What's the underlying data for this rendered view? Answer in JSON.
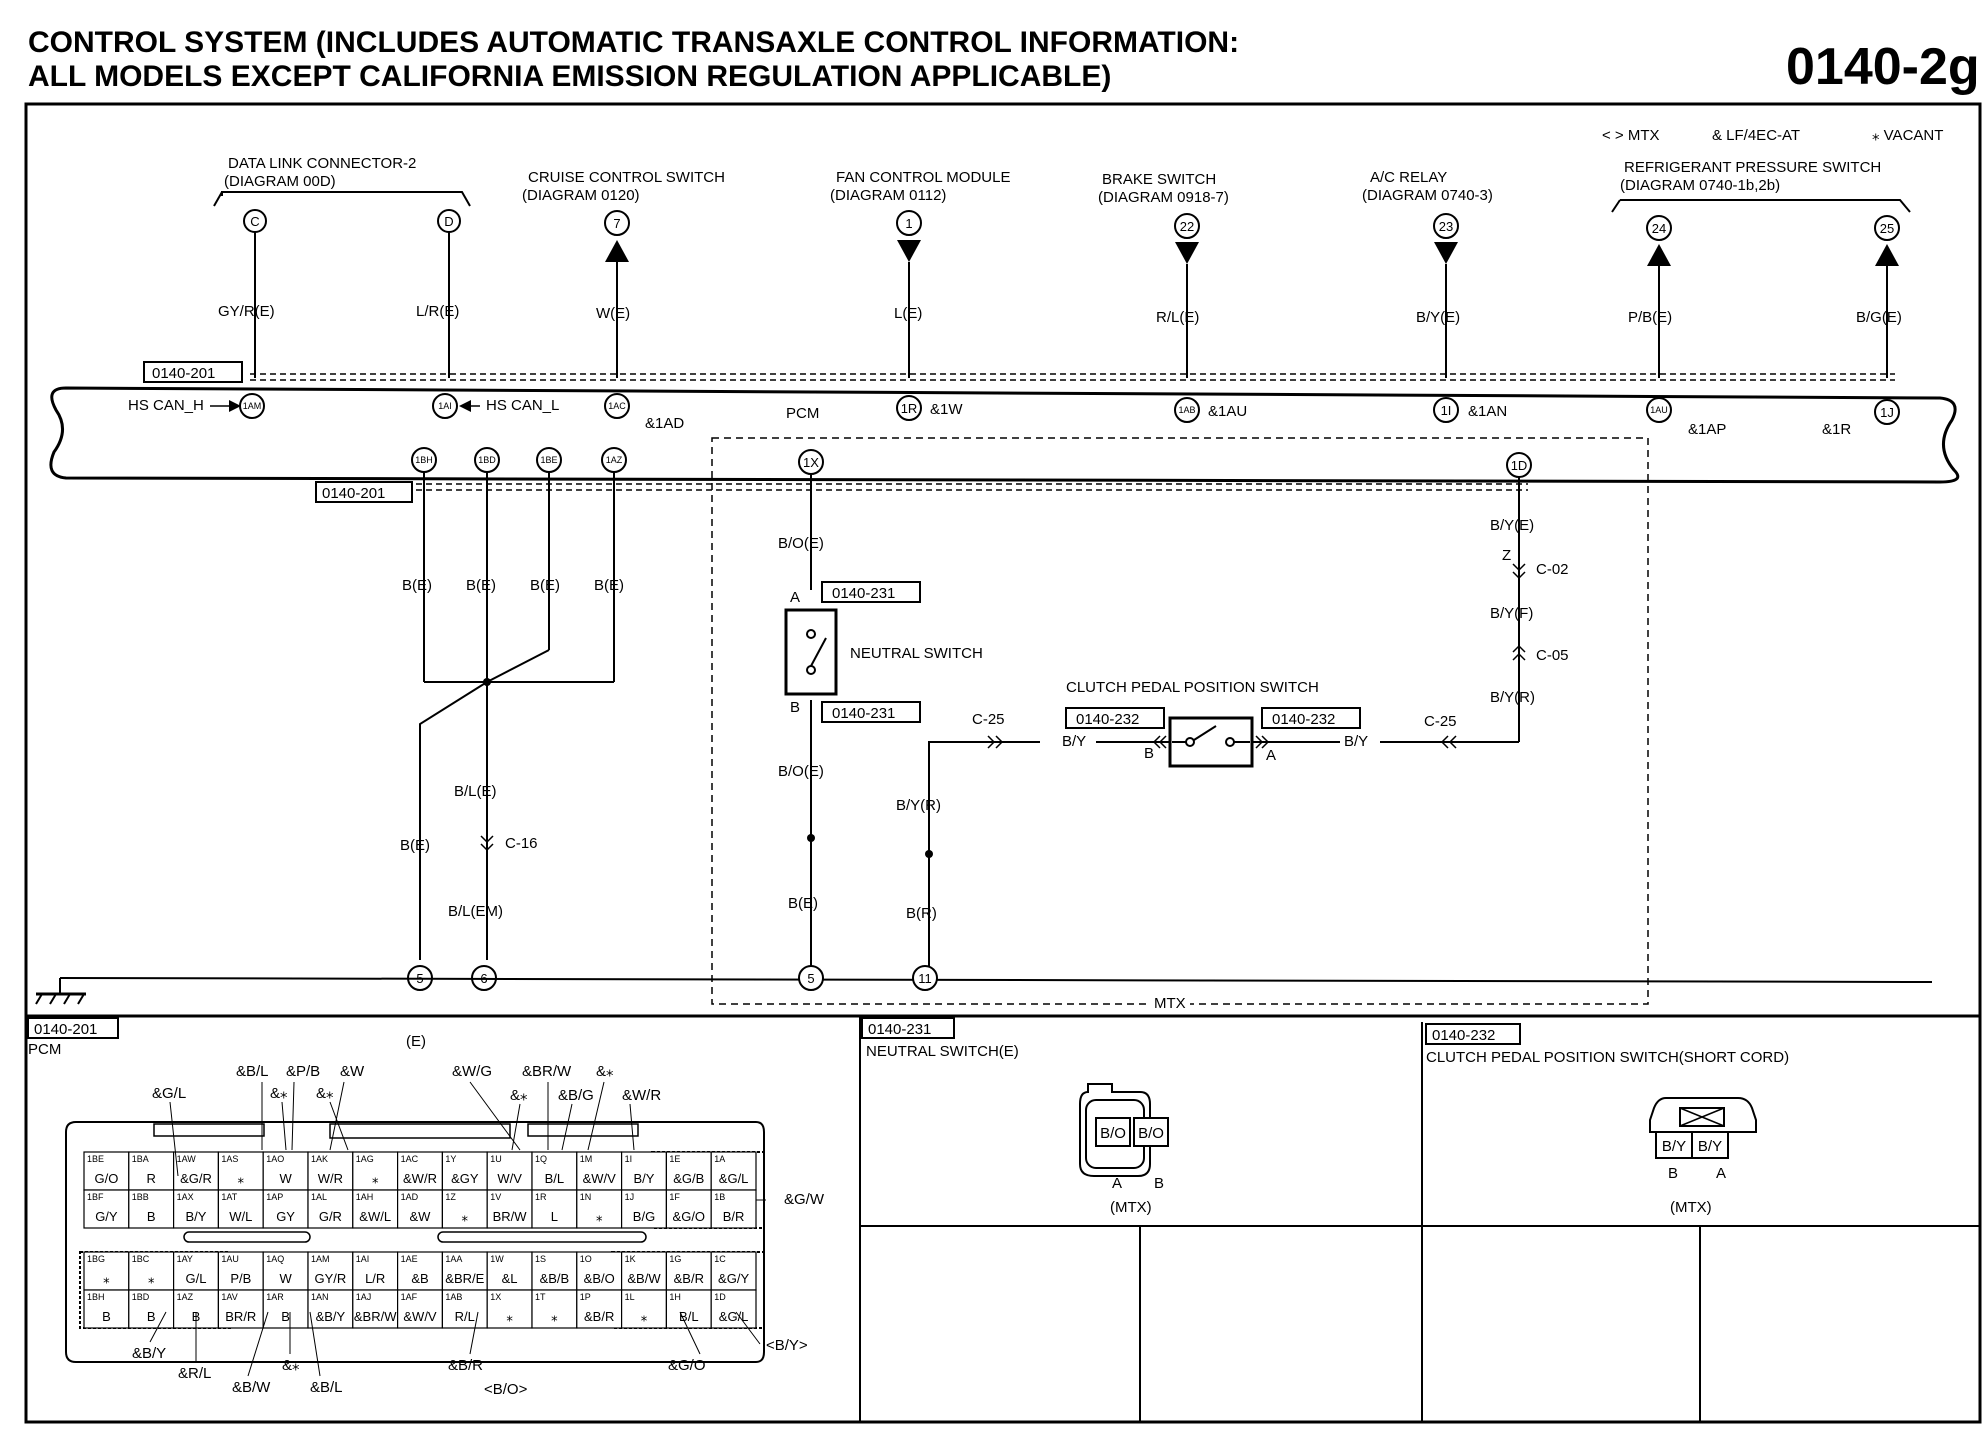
{
  "title": {
    "line1": "CONTROL SYSTEM (INCLUDES AUTOMATIC TRANSAXLE CONTROL INFORMATION:",
    "line2": "ALL MODELS EXCEPT CALIFORNIA EMISSION REGULATION APPLICABLE)",
    "code": "0140-2g"
  },
  "legend": {
    "mtx": "< > MTX",
    "lf": "& LF/4EC-AT",
    "vacant": "⁎ VACANT"
  },
  "components": [
    {
      "id": "dlc",
      "name": "DATA LINK CONNECTOR-2",
      "ref": "(DIAGRAM 00D)"
    },
    {
      "id": "cruise",
      "name": "CRUISE CONTROL SWITCH",
      "ref": "(DIAGRAM 0120)"
    },
    {
      "id": "fan",
      "name": "FAN CONTROL MODULE",
      "ref": "(DIAGRAM 0112)"
    },
    {
      "id": "brake",
      "name": "BRAKE SWITCH",
      "ref": "(DIAGRAM 0918-7)"
    },
    {
      "id": "ac",
      "name": "A/C RELAY",
      "ref": "(DIAGRAM 0740-3)"
    },
    {
      "id": "refrig",
      "name": "REFRIGERANT PRESSURE SWITCH",
      "ref": "(DIAGRAM 0740-1b,2b)"
    }
  ],
  "top_wires": [
    {
      "term": "C",
      "wire": "GY/R(E)",
      "pin": "1AM"
    },
    {
      "term": "D",
      "wire": "L/R(E)",
      "pin": "1AI"
    },
    {
      "term": "7",
      "wire": "W(E)",
      "pin": "1AC",
      "pin_note": "&1AD"
    },
    {
      "term": "1",
      "wire": "L(E)",
      "pin": "1R",
      "pin_note": "&1W"
    },
    {
      "term": "22",
      "wire": "R/L(E)",
      "pin": "1AB",
      "pin_note": "&1AU"
    },
    {
      "term": "23",
      "wire": "B/Y(E)",
      "pin": "1I",
      "pin_note": "&1AN"
    },
    {
      "term": "24",
      "wire": "P/B(E)",
      "pin": "1AU",
      "pin_note": "&1AP"
    },
    {
      "term": "25",
      "wire": "B/G(E)",
      "pin": "1J",
      "pin_note": "&1R"
    }
  ],
  "pcm": {
    "label": "PCM",
    "ref": "0140-201",
    "hs_can_h": "HS CAN_H",
    "hs_can_l": "HS CAN_L",
    "bottom_pins": [
      "1BH",
      "1BD",
      "1BE",
      "1AZ",
      "1X",
      "1D"
    ]
  },
  "ground_wires": [
    {
      "wire": "B(E)"
    },
    {
      "wire": "B(E)"
    },
    {
      "wire": "B(E)"
    },
    {
      "wire": "B(E)"
    }
  ],
  "left_labels": {
    "be_lower": "B(E)",
    "bl_e": "B/L(E)",
    "c16": "C-16",
    "bl_em": "B/L(EM)",
    "g5": "5",
    "g6": "6"
  },
  "mtx_circuit": {
    "bo_upper": "B/O(E)",
    "ref231_a": "0140-231",
    "a_mark": "A",
    "neutral": "NEUTRAL SWITCH",
    "b_mark": "B",
    "ref231_b": "0140-231",
    "bo_lower": "B/O(E)",
    "be": "B(E)",
    "g5": "5",
    "c25_left": "C-25",
    "by_left": "B/Y",
    "byr": "B/Y(R)",
    "br": "B(R)",
    "g11": "11",
    "clutch": "CLUTCH PEDAL POSITION SWITCH",
    "ref232_l": "0140-232",
    "ref232_r": "0140-232",
    "cb": "B",
    "ca": "A",
    "by_right": "B/Y",
    "c25_right": "C-25",
    "bye": "B/Y(E)",
    "z": "Z",
    "c02": "C-02",
    "byf": "B/Y(F)",
    "c05": "C-05",
    "byr2": "B/Y(R)",
    "mtx": "MTX"
  },
  "bottom": {
    "pcm_ref": "0140-201",
    "pcm_label": "PCM",
    "pcm_e": "(E)",
    "ns_ref": "0140-231",
    "ns_title": "NEUTRAL SWITCH(E)",
    "ns_cells": [
      "B/O",
      "B/O"
    ],
    "ns_ab": [
      "A",
      "B"
    ],
    "ns_mtx": "(MTX)",
    "cp_ref": "0140-232",
    "cp_title": "CLUTCH PEDAL POSITION SWITCH(SHORT CORD)",
    "cp_cells": [
      "B/Y",
      "B/Y"
    ],
    "cp_ba": [
      "B",
      "A"
    ],
    "cp_mtx": "(MTX)"
  },
  "connector_callouts": {
    "top": [
      "&G/L",
      "&B/L",
      "&P/B",
      "&W",
      "&⁎",
      "&⁎",
      "&W/G",
      "&BR/W",
      "&⁎",
      "&⁎",
      "&B/G",
      "&W/R"
    ],
    "right": "&G/W",
    "bottom": [
      "&B/Y",
      "&R/L",
      "&B/W",
      "&⁎",
      "&B/L",
      "&B/R",
      "<B/O>",
      "&G/O",
      "<B/Y>"
    ]
  },
  "connector_rows": [
    [
      {
        "p": "1BE",
        "v": "G/O"
      },
      {
        "p": "1BA",
        "v": "R"
      },
      {
        "p": "1AW",
        "v": "&G/R"
      },
      {
        "p": "1AS",
        "v": "⁎"
      },
      {
        "p": "1AO",
        "v": "W"
      },
      {
        "p": "1AK",
        "v": "W/R"
      },
      {
        "p": "1AG",
        "v": "⁎"
      },
      {
        "p": "1AC",
        "v": "&W/R"
      },
      {
        "p": "1Y",
        "v": "&GY"
      },
      {
        "p": "1U",
        "v": "W/V"
      },
      {
        "p": "1Q",
        "v": "B/L"
      },
      {
        "p": "1M",
        "v": "&W/V"
      },
      {
        "p": "1I",
        "v": "B/Y"
      },
      {
        "p": "1E",
        "v": "&G/B"
      },
      {
        "p": "1A",
        "v": "&G/L"
      }
    ],
    [
      {
        "p": "1BF",
        "v": "G/Y"
      },
      {
        "p": "1BB",
        "v": "B"
      },
      {
        "p": "1AX",
        "v": "B/Y"
      },
      {
        "p": "1AT",
        "v": "W/L"
      },
      {
        "p": "1AP",
        "v": "GY"
      },
      {
        "p": "1AL",
        "v": "G/R"
      },
      {
        "p": "1AH",
        "v": "&W/L"
      },
      {
        "p": "1AD",
        "v": "&W"
      },
      {
        "p": "1Z",
        "v": "⁎"
      },
      {
        "p": "1V",
        "v": "BR/W"
      },
      {
        "p": "1R",
        "v": "L"
      },
      {
        "p": "1N",
        "v": "⁎"
      },
      {
        "p": "1J",
        "v": "B/G"
      },
      {
        "p": "1F",
        "v": "&G/O"
      },
      {
        "p": "1B",
        "v": "B/R"
      }
    ],
    [
      {
        "p": "1BG",
        "v": "⁎"
      },
      {
        "p": "1BC",
        "v": "⁎"
      },
      {
        "p": "1AY",
        "v": "G/L"
      },
      {
        "p": "1AU",
        "v": "P/B"
      },
      {
        "p": "1AQ",
        "v": "W"
      },
      {
        "p": "1AM",
        "v": "GY/R"
      },
      {
        "p": "1AI",
        "v": "L/R"
      },
      {
        "p": "1AE",
        "v": "&B"
      },
      {
        "p": "1AA",
        "v": "&BR/E"
      },
      {
        "p": "1W",
        "v": "&L"
      },
      {
        "p": "1S",
        "v": "&B/B"
      },
      {
        "p": "1O",
        "v": "&B/O"
      },
      {
        "p": "1K",
        "v": "&B/W"
      },
      {
        "p": "1G",
        "v": "&B/R"
      },
      {
        "p": "1C",
        "v": "&G/Y"
      }
    ],
    [
      {
        "p": "1BH",
        "v": "B"
      },
      {
        "p": "1BD",
        "v": "B"
      },
      {
        "p": "1AZ",
        "v": "B"
      },
      {
        "p": "1AV",
        "v": "BR/R"
      },
      {
        "p": "1AR",
        "v": "B"
      },
      {
        "p": "1AN",
        "v": "&B/Y"
      },
      {
        "p": "1AJ",
        "v": "&BR/W"
      },
      {
        "p": "1AF",
        "v": "&W/V"
      },
      {
        "p": "1AB",
        "v": "R/L"
      },
      {
        "p": "1X",
        "v": "⁎"
      },
      {
        "p": "1T",
        "v": "⁎"
      },
      {
        "p": "1P",
        "v": "&B/R"
      },
      {
        "p": "1L",
        "v": "⁎"
      },
      {
        "p": "1H",
        "v": "B/L"
      },
      {
        "p": "1D",
        "v": "&G/L"
      }
    ]
  ]
}
